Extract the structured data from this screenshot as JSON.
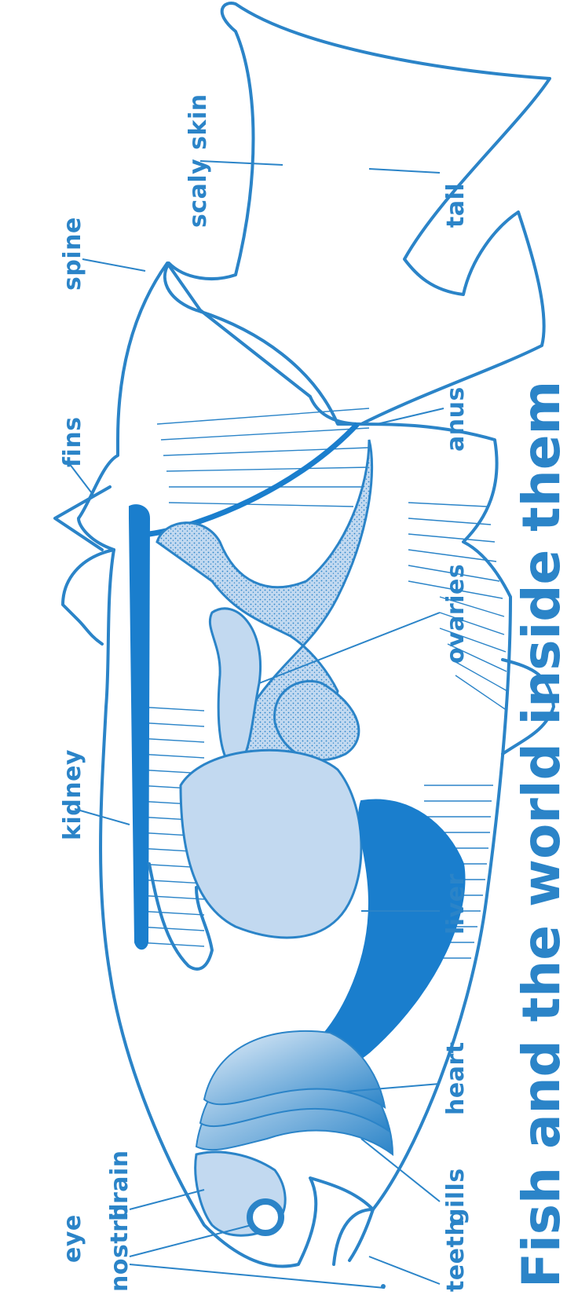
{
  "labels": {
    "scaly_skin": "scaly skin",
    "tail": "tail",
    "spine": "spine",
    "fins": "fins",
    "anus": "anus",
    "ovaries": "ovaries",
    "kidney": "kidney",
    "liver": "liver",
    "heart": "heart",
    "gills": "gills",
    "brain": "brain",
    "eye": "eye",
    "nostril": "nostril",
    "teeth": "teeth"
  },
  "caption": "Fish and the world inside them",
  "colors": {
    "stroke": "#2b84c8",
    "organ_fill": "#c2d9f0",
    "dark_fill": "#1a7ecd",
    "background": "#ffffff"
  }
}
